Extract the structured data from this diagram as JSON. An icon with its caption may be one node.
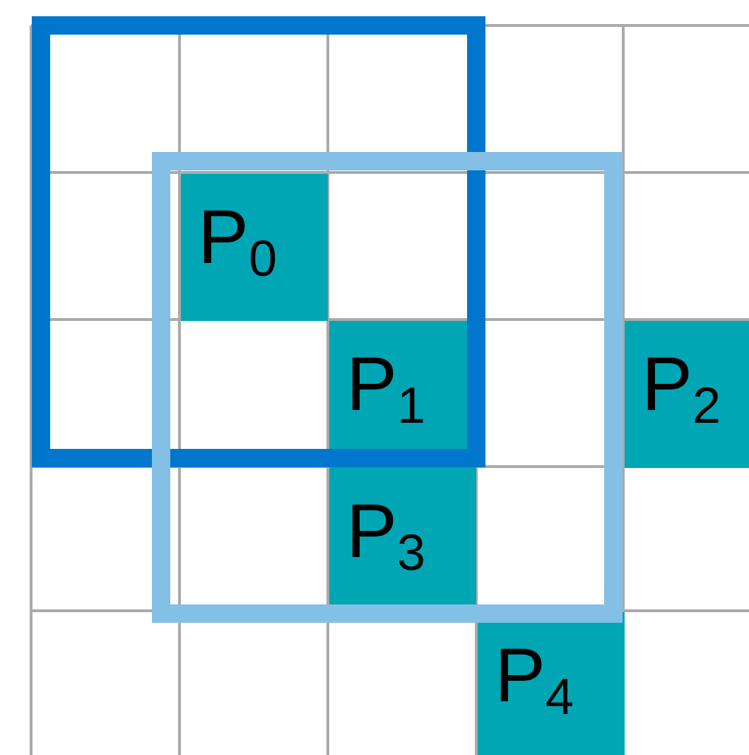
{
  "diagram": {
    "nodes": [
      {
        "text": [
          "P$_{0}$"
        ]
      },
      {
        "text": [
          "P$_{1}$"
        ]
      },
      {
        "text": [
          "P$_{2}$"
        ]
      },
      {
        "text": [
          "P$_{3}$"
        ]
      },
      {
        "text": [
          "P$_{4}$"
        ]
      }
    ]
  }
}
